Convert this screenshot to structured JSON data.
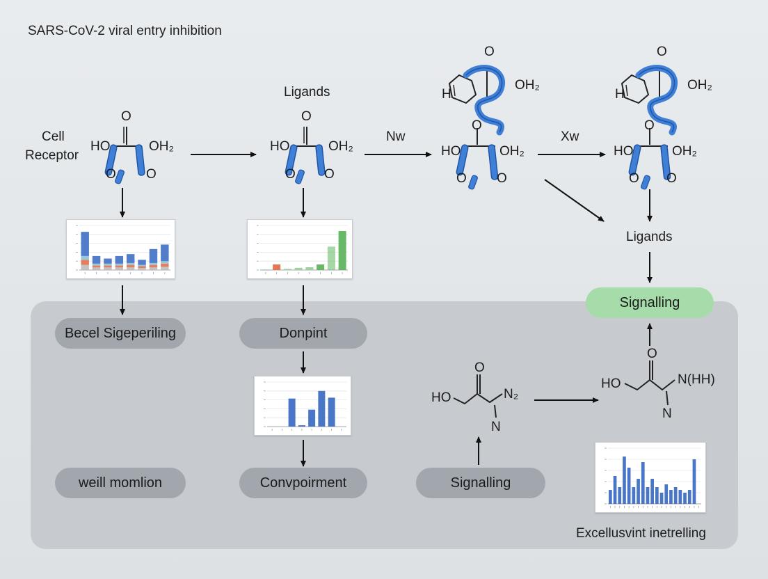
{
  "title": "SARS-CoV-2 viral entry inhibition",
  "labels": {
    "cell_receptor_line1": "Cell",
    "cell_receptor_line2": "Receptor",
    "ligands_top": "Ligands",
    "nw": "Nw",
    "xw": "Xw",
    "ligands_right": "Ligands",
    "excellusvint": "Excellusvint inetrelling"
  },
  "molecules": {
    "m1": {
      "o_top": "O",
      "left": "HO",
      "right": "OH₂",
      "bl": "O",
      "br": "O"
    },
    "m2": {
      "o_top": "O",
      "left": "HO",
      "right": "OH₂",
      "bl": "O",
      "br": "O"
    },
    "m3": {
      "o_top": "O",
      "oh2": "OH₂",
      "h": "H",
      "o_mid": "O",
      "left": "HO",
      "right": "OH₂",
      "bl": "O",
      "br": "O"
    },
    "m4": {
      "o_top": "O",
      "oh2": "OH₂",
      "h": "H",
      "o_mid": "O",
      "left": "HO",
      "right": "OH₂",
      "bl": "O",
      "br": "O"
    },
    "m5": {
      "o": "O",
      "ho": "HO",
      "n2": "N₂",
      "n": "N"
    },
    "m6": {
      "o": "O",
      "ho": "HO",
      "nhh": "N(HH)",
      "n": "N"
    }
  },
  "pills": {
    "becel": "Becel Sigeperiling",
    "donpint": "Donpint",
    "weill": "weill momlion",
    "convpoinment": "Convpoirment",
    "signalling_bottom": "Signalling",
    "signalling_green": "Signalling"
  },
  "colors": {
    "ribbon": "#3f7fd6",
    "ribbon_dark": "#1f55a8",
    "pill_gray": "#a2a7ad",
    "pill_green": "#a6dca9",
    "panel": "#c7cbcf",
    "bar_blue": "#3f6fc4",
    "bar_green": "#5fb55f"
  },
  "chart_data": [
    {
      "type": "bar",
      "categories": [
        "1",
        "2",
        "3",
        "4",
        "5",
        "6",
        "7",
        "8"
      ],
      "series": [
        {
          "values": [
            8,
            4,
            4,
            4,
            4,
            3,
            4,
            5
          ]
        },
        {
          "values": [
            8,
            3,
            3,
            3,
            4,
            3,
            4,
            5
          ]
        },
        {
          "values": [
            6,
            3,
            3,
            3,
            3,
            2,
            3,
            4
          ]
        },
        {
          "values": [
            38,
            12,
            8,
            12,
            14,
            8,
            22,
            26
          ]
        }
      ],
      "stacked": true,
      "ylim": [
        0,
        70
      ]
    },
    {
      "type": "bar",
      "categories": [
        "1",
        "2",
        "3",
        "4",
        "5",
        "6",
        "7",
        "8"
      ],
      "values": [
        1,
        10,
        2,
        4,
        5,
        10,
        42,
        70
      ],
      "ylim": [
        0,
        80
      ]
    },
    {
      "type": "bar",
      "categories": [
        "1",
        "2",
        "3",
        "4",
        "5",
        "6",
        "7",
        "8"
      ],
      "values": [
        0,
        0,
        63,
        3,
        38,
        80,
        65,
        0
      ],
      "ylim": [
        0,
        100
      ]
    },
    {
      "type": "bar",
      "categories": [
        "1",
        "2",
        "3",
        "4",
        "5",
        "6",
        "7",
        "8",
        "9",
        "10",
        "11",
        "12",
        "13",
        "14",
        "15",
        "16",
        "17",
        "18",
        "19",
        "20"
      ],
      "values": [
        25,
        50,
        30,
        85,
        65,
        30,
        45,
        75,
        30,
        45,
        30,
        20,
        35,
        25,
        30,
        25,
        20,
        25,
        80,
        0
      ],
      "ylim": [
        0,
        100
      ]
    }
  ]
}
